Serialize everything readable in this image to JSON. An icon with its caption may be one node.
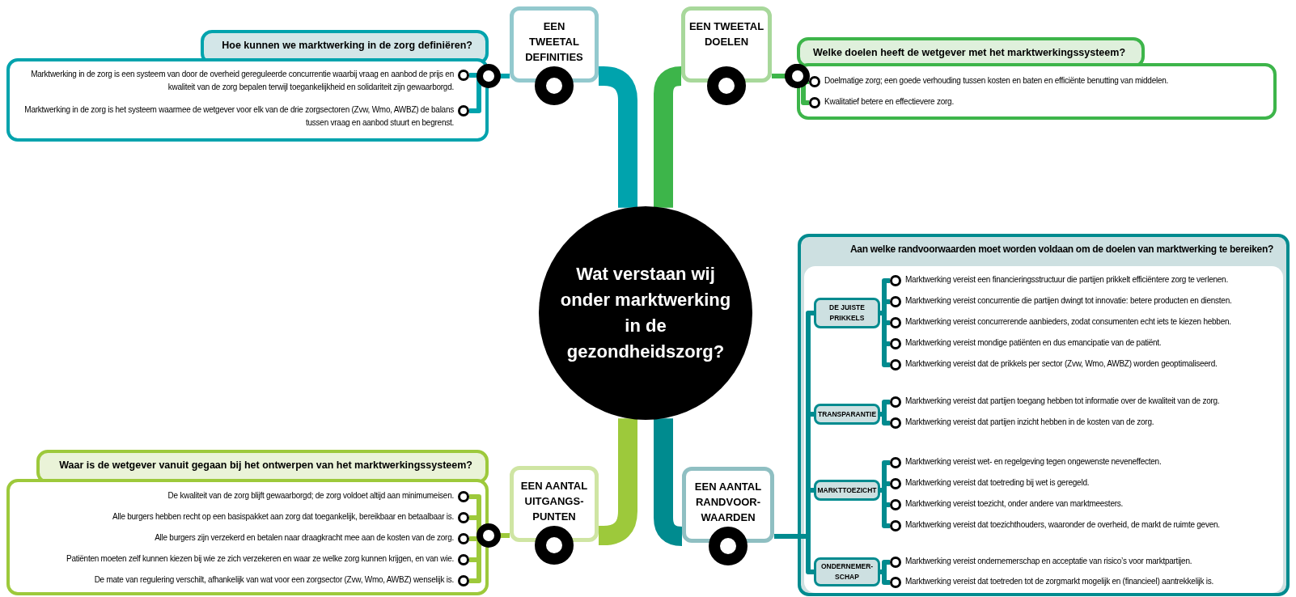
{
  "diagram": {
    "nodes": [
      {
        "text": [
          "Wat verstaan wij onder marktwerking in de gezondheidszorg?"
        ]
      },
      {
        "text": [
          "EEN TWEETAL DEFINITIES"
        ]
      },
      {
        "text": [
          "Hoe kunnen we marktwerking in de zorg definiëren?"
        ]
      },
      {
        "text": [
          "Marktwerking in de zorg is een systeem van door de overheid gereguleerde concurrentie waarbij vraag en aanbod de prijs en kwaliteit van de zorg bepalen terwijl toegankelijkheid en solidariteit zijn gewaarborgd."
        ],
        "in": 2
      },
      {
        "text": [
          "Marktwerking in de zorg is het systeem waarmee de wetgever voor elk van de drie zorgsectoren (Zvw, Wmo, AWBZ) de balans tussen vraag en aanbod stuurt en begrenst."
        ],
        "in": 2
      },
      {
        "text": [
          "EEN TWEETAL DOELEN"
        ]
      },
      {
        "text": [
          "Welke doelen heeft de wetgever met het marktwerkingssysteem?"
        ]
      },
      {
        "text": [
          "Doelmatige zorg; een goede verhouding tussen kosten en baten en efficiënte benutting van middelen."
        ],
        "in": 6
      },
      {
        "text": [
          "Kwalitatief betere en effectievere zorg."
        ],
        "in": 6
      },
      {
        "text": [
          "EEN AANTAL UITGANGS-PUNTEN"
        ]
      },
      {
        "text": [
          "Waar is de wetgever vanuit gegaan bij het ontwerpen van het marktwerkingssysteem?"
        ]
      },
      {
        "text": [
          "De kwaliteit van de zorg blijft gewaarborgd; de zorg voldoet altijd aan minimumeisen."
        ],
        "in": 10
      },
      {
        "text": [
          "Alle burgers hebben recht op een basispakket aan zorg dat toegankelijk, bereikbaar en betaalbaar is."
        ],
        "in": 10
      },
      {
        "text": [
          "Alle burgers zijn verzekerd en betalen naar draagkracht mee aan de kosten van de zorg."
        ],
        "in": 10
      },
      {
        "text": [
          "Patiënten moeten zelf kunnen kiezen bij wie ze zich verzekeren en waar ze welke zorg kunnen krijgen, en van wie."
        ],
        "in": 10
      },
      {
        "text": [
          "De mate van regulering verschilt, afhankelijk van wat voor een zorgsector (Zvw, Wmo, AWBZ) wenselijk is."
        ],
        "in": 10
      },
      {
        "text": [
          "EEN AANTAL RANDVOOR-WAARDEN"
        ]
      },
      {
        "text": [
          "Aan welke randvoorwaarden moet worden voldaan om de doelen van marktwerking te bereiken?"
        ]
      },
      {
        "text": [
          "DE JUISTE PRIKKELS"
        ],
        "in": 17
      },
      {
        "text": [
          "Marktwerking vereist een financieringsstructuur die partijen prikkelt efficiëntere zorg te verlenen."
        ],
        "in": 17
      },
      {
        "text": [
          "Marktwerking vereist concurrentie die partijen dwingt tot innovatie: betere producten en diensten."
        ],
        "in": 17
      },
      {
        "text": [
          "Marktwerking vereist concurrerende aanbieders, zodat consumenten echt iets te kiezen hebben."
        ],
        "in": 17
      },
      {
        "text": [
          "Marktwerking vereist mondige patiënten en dus emancipatie van de patiënt."
        ],
        "in": 17
      },
      {
        "text": [
          "Marktwerking vereist dat de prikkels per sector (Zvw, Wmo, AWBZ) worden geoptimaliseerd."
        ],
        "in": 17
      },
      {
        "text": [
          "TRANSPARANTIE"
        ],
        "in": 17
      },
      {
        "text": [
          "Marktwerking vereist dat partijen toegang hebben tot informatie over de kwaliteit van de zorg."
        ],
        "in": 17
      },
      {
        "text": [
          "Marktwerking vereist dat partijen inzicht hebben in de kosten van de zorg."
        ],
        "in": 17
      },
      {
        "text": [
          "MARKTTOEZICHT"
        ],
        "in": 17
      },
      {
        "text": [
          "Marktwerking vereist wet- en regelgeving tegen ongewenste neveneffecten."
        ],
        "in": 17
      },
      {
        "text": [
          "Marktwerking vereist dat toetreding bij wet is geregeld."
        ],
        "in": 17
      },
      {
        "text": [
          "Marktwerking vereist toezicht, onder andere van marktmeesters."
        ],
        "in": 17
      },
      {
        "text": [
          "Marktwerking vereist dat toezichthouders, waaronder de overheid, de markt de ruimte geven."
        ],
        "in": 17
      },
      {
        "text": [
          "ONDERNEMER-SCHAP"
        ],
        "in": 17
      },
      {
        "text": [
          "Marktwerking vereist ondernemerschap en acceptatie van risico’s voor marktpartijen."
        ],
        "in": 17
      },
      {
        "text": [
          "Marktwerking vereist dat toetreden tot de zorgmarkt mogelijk en (financieel) aantrekkelijk is."
        ],
        "in": 17
      }
    ],
    "edges": [
      {
        "from": 0,
        "to": 1,
        "arrow": "none",
        "style": "thick",
        "color": "#00a3ad"
      },
      {
        "from": 0,
        "to": 5,
        "arrow": "none",
        "style": "thick",
        "color": "#3db54a"
      },
      {
        "from": 0,
        "to": 9,
        "arrow": "none",
        "style": "thick",
        "color": "#9dc93b"
      },
      {
        "from": 0,
        "to": 16,
        "arrow": "none",
        "style": "thick",
        "color": "#008b8f"
      },
      {
        "from": 1,
        "to": 3,
        "arrow": "none",
        "color": "#00a3ad"
      },
      {
        "from": 1,
        "to": 4,
        "arrow": "none",
        "color": "#00a3ad"
      },
      {
        "from": 5,
        "to": 7,
        "arrow": "none",
        "color": "#3db54a"
      },
      {
        "from": 5,
        "to": 8,
        "arrow": "none",
        "color": "#3db54a"
      },
      {
        "from": 9,
        "to": 11,
        "arrow": "none",
        "color": "#9dc93b"
      },
      {
        "from": 9,
        "to": 12,
        "arrow": "none",
        "color": "#9dc93b"
      },
      {
        "from": 9,
        "to": 13,
        "arrow": "none",
        "color": "#9dc93b"
      },
      {
        "from": 9,
        "to": 14,
        "arrow": "none",
        "color": "#9dc93b"
      },
      {
        "from": 9,
        "to": 15,
        "arrow": "none",
        "color": "#9dc93b"
      },
      {
        "from": 16,
        "to": 18,
        "arrow": "none",
        "color": "#008b8f"
      },
      {
        "from": 16,
        "to": 24,
        "arrow": "none",
        "color": "#008b8f"
      },
      {
        "from": 16,
        "to": 27,
        "arrow": "none",
        "color": "#008b8f"
      },
      {
        "from": 16,
        "to": 32,
        "arrow": "none",
        "color": "#008b8f"
      },
      {
        "from": 18,
        "to": 19,
        "arrow": "none",
        "color": "#008b8f"
      },
      {
        "from": 18,
        "to": 20,
        "arrow": "none",
        "color": "#008b8f"
      },
      {
        "from": 18,
        "to": 21,
        "arrow": "none",
        "color": "#008b8f"
      },
      {
        "from": 18,
        "to": 22,
        "arrow": "none",
        "color": "#008b8f"
      },
      {
        "from": 18,
        "to": 23,
        "arrow": "none",
        "color": "#008b8f"
      },
      {
        "from": 24,
        "to": 25,
        "arrow": "none",
        "color": "#008b8f"
      },
      {
        "from": 24,
        "to": 26,
        "arrow": "none",
        "color": "#008b8f"
      },
      {
        "from": 27,
        "to": 28,
        "arrow": "none",
        "color": "#008b8f"
      },
      {
        "from": 27,
        "to": 29,
        "arrow": "none",
        "color": "#008b8f"
      },
      {
        "from": 27,
        "to": 30,
        "arrow": "none",
        "color": "#008b8f"
      },
      {
        "from": 27,
        "to": 31,
        "arrow": "none",
        "color": "#008b8f"
      },
      {
        "from": 32,
        "to": 33,
        "arrow": "none",
        "color": "#008b8f"
      },
      {
        "from": 32,
        "to": 34,
        "arrow": "none",
        "color": "#008b8f"
      }
    ]
  }
}
